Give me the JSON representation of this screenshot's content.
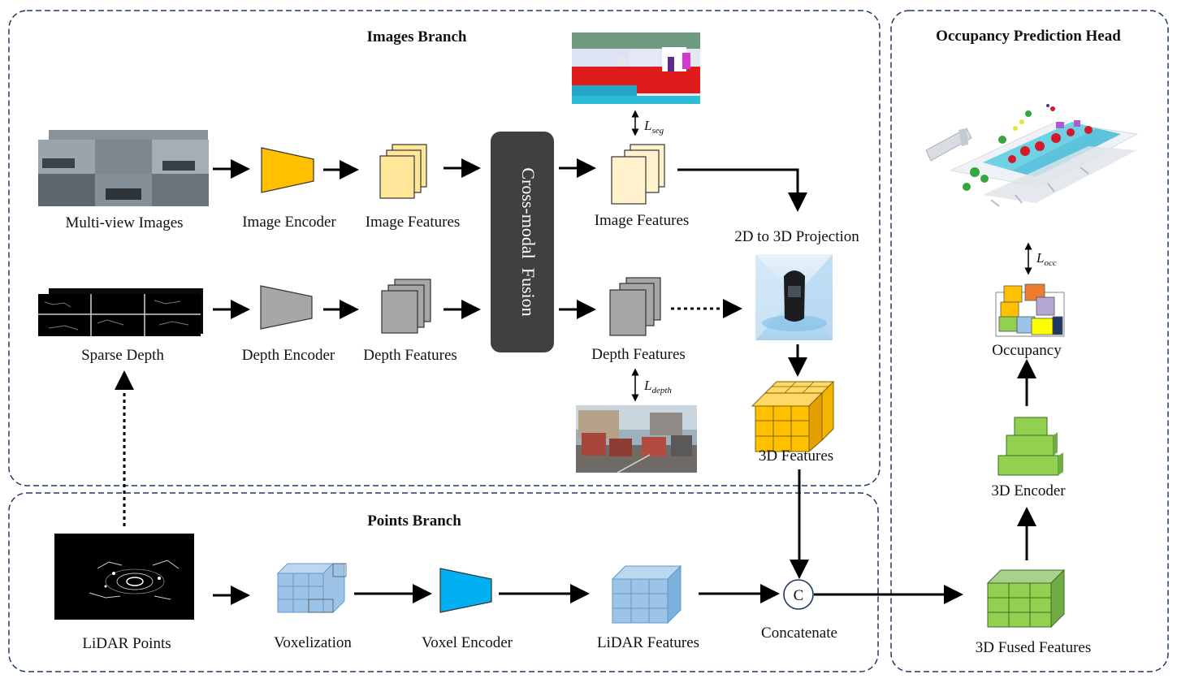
{
  "titles": {
    "images_branch": "Images Branch",
    "points_branch": "Points Branch",
    "occupancy_head": "Occupancy Prediction Head"
  },
  "labels": {
    "multi_view_images": "Multi-view Images",
    "image_encoder": "Image Encoder",
    "image_features_1": "Image Features",
    "image_features_2": "Image Features",
    "sparse_depth": "Sparse Depth",
    "depth_encoder": "Depth Encoder",
    "depth_features_1": "Depth Features",
    "depth_features_2": "Depth Features",
    "cross_modal_fusion": "Cross-modal  Fusion",
    "projection": "2D to 3D Projection",
    "features_3d": "3D Features",
    "lidar_points": "LiDAR Points",
    "voxelization": "Voxelization",
    "voxel_encoder": "Voxel Encoder",
    "lidar_features": "LiDAR Features",
    "concatenate": "Concatenate",
    "concat_symbol": "C",
    "fused_features": "3D Fused Features",
    "encoder_3d": "3D Encoder",
    "occupancy": "Occupancy"
  },
  "losses": {
    "seg": {
      "symbol": "L",
      "subscript": "seg"
    },
    "depth": {
      "symbol": "L",
      "subscript": "depth"
    },
    "occ": {
      "symbol": "L",
      "subscript": "occ"
    }
  },
  "colors": {
    "image_encoder": "#FFC000",
    "image_features": "#FFE699",
    "image_features_fused": "#FFF2CC",
    "depth": "#A6A6A6",
    "fusion_block": "#404040",
    "lidar": "#9DC3E6",
    "voxel_encoder": "#00B0F0",
    "features_3d": "#FFC000",
    "fused": "#92D050",
    "border_dash": "#1F3864"
  }
}
